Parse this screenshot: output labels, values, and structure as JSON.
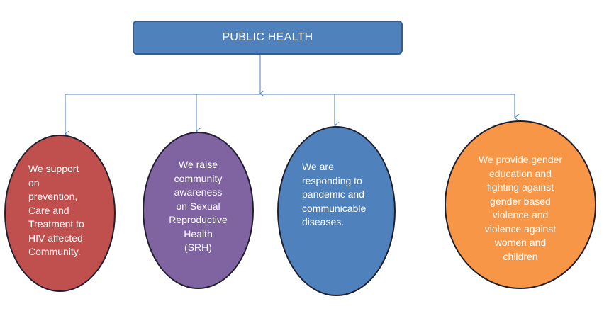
{
  "title": "PUBLIC HEALTH",
  "items": [
    {
      "lines": [
        "We support",
        "on",
        "prevention,",
        "Care and",
        "Treatment to",
        "HIV affected",
        "Community."
      ],
      "color": "#c0504d"
    },
    {
      "lines": [
        "We raise",
        "community",
        "awareness",
        "on Sexual",
        "Reproductive",
        "Health",
        "(SRH)"
      ],
      "color": "#8064a2"
    },
    {
      "lines": [
        "We are",
        "responding to",
        "pandemic and",
        "communicable",
        "diseases."
      ],
      "color": "#4f81bd"
    },
    {
      "lines": [
        "We provide gender",
        "education and",
        "fighting against",
        "gender based",
        "violence and",
        "violence against",
        "women and",
        "children"
      ],
      "color": "#f79646"
    }
  ]
}
